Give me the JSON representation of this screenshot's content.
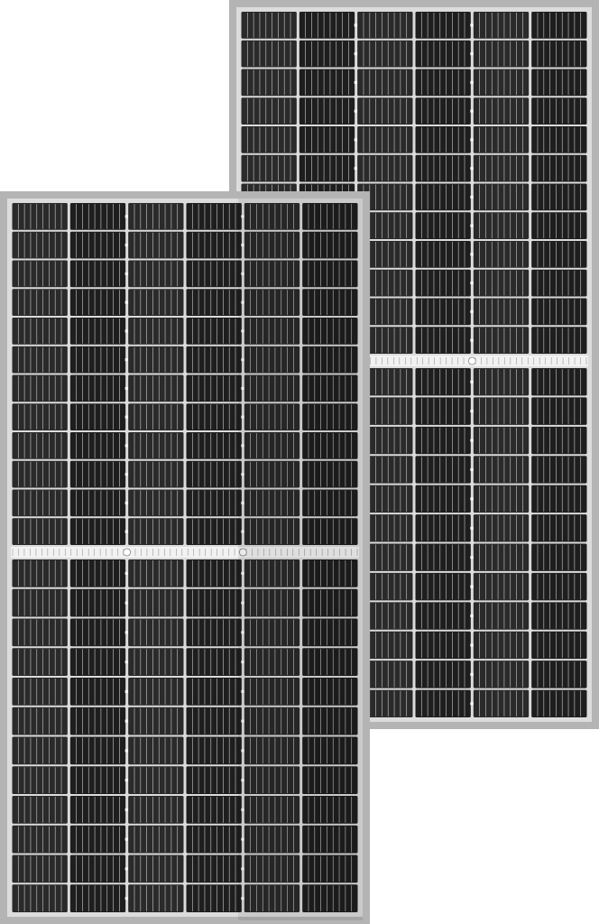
{
  "scene": {
    "subject": "two-half-cut-monocrystalline-solar-panels",
    "background_color": "#ffffff",
    "frame_color": "#b4b4b4",
    "inner_border_color": "#dcdcdc",
    "cell_color": "#2a2a2a",
    "cell_color_dark": "#1e1e1e",
    "busbar_color": "#e6e6e6",
    "junction_marker_color": "#ffffff",
    "panels": [
      {
        "name": "back-panel",
        "columns": 6,
        "rows_per_half": 12,
        "halves": 2
      },
      {
        "name": "front-panel",
        "columns": 6,
        "rows_per_half": 12,
        "halves": 2
      }
    ]
  }
}
